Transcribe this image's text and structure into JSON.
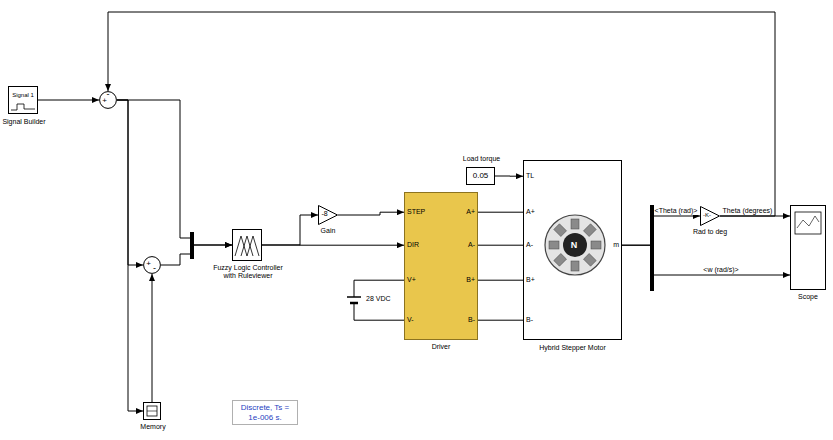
{
  "diagram": {
    "nodes": [
      {
        "text": [
          "Signal 1",
          "Signal Builder"
        ]
      },
      {
        "text": [
          "-",
          "+"
        ]
      },
      {
        "text": [
          "+",
          "-"
        ]
      },
      {
        "text": [
          "Memory"
        ]
      },
      {
        "text": [
          "Fuzzy Logic Controller with Ruleviewer"
        ]
      },
      {
        "text": [
          "-8",
          "Gain"
        ]
      },
      {
        "text": [
          "0.05",
          "Load torque"
        ]
      },
      {
        "text": [
          "STEP",
          "DIR",
          "V+",
          "V-",
          "A+",
          "A-",
          "B+",
          "B-",
          "Driver"
        ]
      },
      {
        "text": [
          "28 VDC"
        ]
      },
      {
        "text": [
          "TL",
          "A+",
          "A-",
          "B+",
          "B-",
          "m",
          "N",
          "Hybrid Stepper Motor"
        ]
      },
      {
        "text": [
          "-K-",
          "Rad to deg"
        ]
      },
      {
        "text": [
          "Scope"
        ]
      },
      {
        "text": [
          "Discrete, Ts = 1e-006 s."
        ]
      }
    ],
    "edges": [
      {
        "from": 0,
        "to": 1,
        "arrow": "to"
      },
      {
        "from": 1,
        "to": 2,
        "arrow": "to"
      },
      {
        "from": 1,
        "to": 3,
        "arrow": "to"
      },
      {
        "from": 3,
        "to": 2,
        "arrow": "to"
      },
      {
        "from": 1,
        "to": 4,
        "arrow": "to"
      },
      {
        "from": 2,
        "to": 4,
        "arrow": "to"
      },
      {
        "from": 4,
        "to": 5,
        "arrow": "to"
      },
      {
        "from": 4,
        "to": 7,
        "arrow": "to"
      },
      {
        "from": 5,
        "to": 7,
        "arrow": "to"
      },
      {
        "from": 8,
        "to": 7,
        "arrow": "none"
      },
      {
        "from": 8,
        "to": 7,
        "arrow": "none"
      },
      {
        "from": 6,
        "to": 9,
        "arrow": "to"
      },
      {
        "from": 7,
        "to": 9,
        "arrow": "none"
      },
      {
        "from": 7,
        "to": 9,
        "arrow": "none"
      },
      {
        "from": 7,
        "to": 9,
        "arrow": "none"
      },
      {
        "from": 7,
        "to": 9,
        "arrow": "none"
      },
      {
        "from": 9,
        "to": 10,
        "label": "<Theta (rad)>",
        "arrow": "to"
      },
      {
        "from": 9,
        "to": 11,
        "label": "<w (rad/s)>",
        "arrow": "to"
      },
      {
        "from": 10,
        "to": 11,
        "label": "Theta (degrees)",
        "arrow": "to"
      },
      {
        "from": 10,
        "to": 1,
        "arrow": "to"
      }
    ]
  }
}
